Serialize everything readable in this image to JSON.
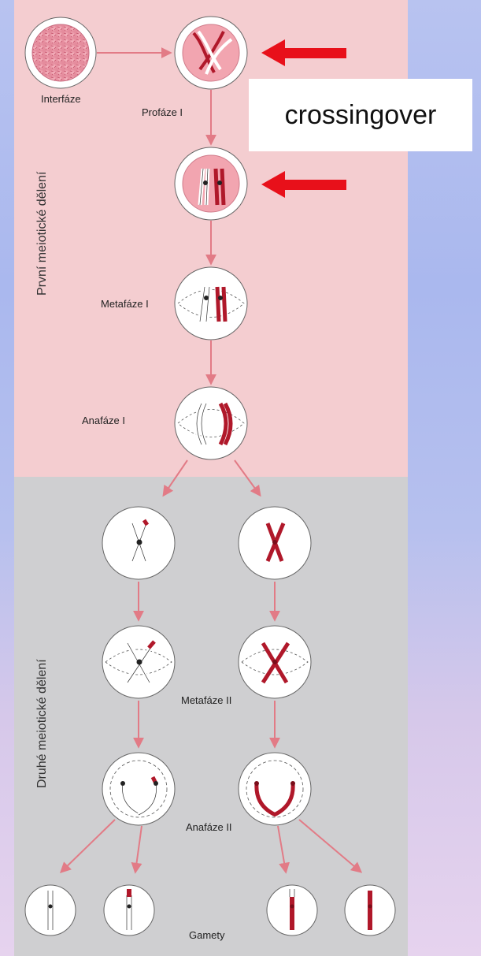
{
  "stages": {
    "interphase": "Interfáze",
    "prophase1": "Profáze I",
    "metaphase1": "Metafáze I",
    "anaphase1": "Anafáze I",
    "metaphase2": "Metafáze II",
    "anaphase2": "Anafáze II",
    "gametes": "Gamety"
  },
  "divisions": {
    "first": "První meiotické dělení",
    "second": "Druhé meiotické dělení"
  },
  "callout": {
    "text": "crossingover"
  },
  "colors": {
    "first_division_bg": "#f4cdd0",
    "second_division_bg": "#cfcfd1",
    "chromosome_red": "#b0182a",
    "arrow_pink": "#e27b86",
    "callout_arrow": "#e8101a"
  }
}
